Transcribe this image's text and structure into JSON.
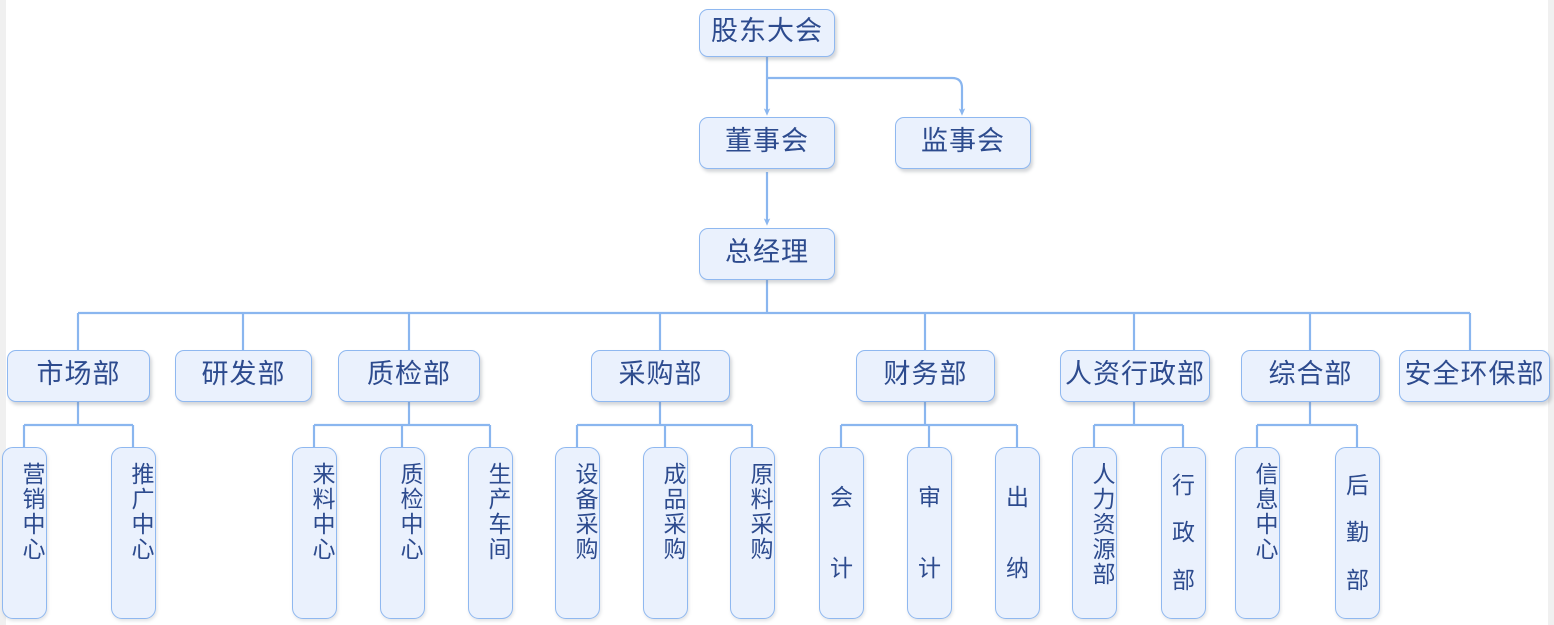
{
  "chart_data": {
    "type": "diagram",
    "subtype": "organization-chart",
    "title": "",
    "orientation": "top-down",
    "levels": 4,
    "colors": {
      "node_fill": "#eaf1fd",
      "node_border": "#8fb8f0",
      "node_text": "#2d4b8e",
      "connector": "#8ab6ef",
      "background": "#ffffff"
    },
    "nodes": [
      {
        "id": "n1",
        "label": "股东大会",
        "level": 1,
        "parent": null,
        "orientation": "horizontal"
      },
      {
        "id": "n2",
        "label": "董事会",
        "level": 2,
        "parent": "n1",
        "orientation": "horizontal"
      },
      {
        "id": "n3",
        "label": "监事会",
        "level": 2,
        "parent": "n1",
        "orientation": "horizontal"
      },
      {
        "id": "n4",
        "label": "总经理",
        "level": 3,
        "parent": "n2",
        "orientation": "horizontal"
      },
      {
        "id": "d1",
        "label": "市场部",
        "level": 4,
        "parent": "n4",
        "orientation": "horizontal"
      },
      {
        "id": "d2",
        "label": "研发部",
        "level": 4,
        "parent": "n4",
        "orientation": "horizontal"
      },
      {
        "id": "d3",
        "label": "质检部",
        "level": 4,
        "parent": "n4",
        "orientation": "horizontal"
      },
      {
        "id": "d4",
        "label": "采购部",
        "level": 4,
        "parent": "n4",
        "orientation": "horizontal"
      },
      {
        "id": "d5",
        "label": "财务部",
        "level": 4,
        "parent": "n4",
        "orientation": "horizontal"
      },
      {
        "id": "d6",
        "label": "人资行政部",
        "level": 4,
        "parent": "n4",
        "orientation": "horizontal"
      },
      {
        "id": "d7",
        "label": "综合部",
        "level": 4,
        "parent": "n4",
        "orientation": "horizontal"
      },
      {
        "id": "d8",
        "label": "安全环保部",
        "level": 4,
        "parent": "n4",
        "orientation": "horizontal"
      },
      {
        "id": "l1",
        "label": "营销中心",
        "level": 5,
        "parent": "d1",
        "orientation": "vertical"
      },
      {
        "id": "l2",
        "label": "推广中心",
        "level": 5,
        "parent": "d1",
        "orientation": "vertical"
      },
      {
        "id": "l3",
        "label": "来料中心",
        "level": 5,
        "parent": "d3",
        "orientation": "vertical"
      },
      {
        "id": "l4",
        "label": "质检中心",
        "level": 5,
        "parent": "d3",
        "orientation": "vertical"
      },
      {
        "id": "l5",
        "label": "生产车间",
        "level": 5,
        "parent": "d3",
        "orientation": "vertical"
      },
      {
        "id": "l6",
        "label": "设备采购",
        "level": 5,
        "parent": "d4",
        "orientation": "vertical"
      },
      {
        "id": "l7",
        "label": "成品采购",
        "level": 5,
        "parent": "d4",
        "orientation": "vertical"
      },
      {
        "id": "l8",
        "label": "原料采购",
        "level": 5,
        "parent": "d4",
        "orientation": "vertical"
      },
      {
        "id": "l9",
        "label": "会计",
        "level": 5,
        "parent": "d5",
        "orientation": "vertical"
      },
      {
        "id": "l10",
        "label": "审计",
        "level": 5,
        "parent": "d5",
        "orientation": "vertical"
      },
      {
        "id": "l11",
        "label": "出纳",
        "level": 5,
        "parent": "d5",
        "orientation": "vertical"
      },
      {
        "id": "l12",
        "label": "人力资源部",
        "level": 5,
        "parent": "d6",
        "orientation": "vertical"
      },
      {
        "id": "l13",
        "label": "行政部",
        "level": 5,
        "parent": "d6",
        "orientation": "vertical"
      },
      {
        "id": "l14",
        "label": "信息中心",
        "level": 5,
        "parent": "d7",
        "orientation": "vertical"
      },
      {
        "id": "l15",
        "label": "后勤部",
        "level": 5,
        "parent": "d7",
        "orientation": "vertical"
      }
    ]
  },
  "nodes": {
    "n1": "股东大会",
    "n2": "董事会",
    "n3": "监事会",
    "n4": "总经理",
    "d1": "市场部",
    "d2": "研发部",
    "d3": "质检部",
    "d4": "采购部",
    "d5": "财务部",
    "d6": "人资行政部",
    "d7": "综合部",
    "d8": "安全环保部",
    "l1": "营销中心",
    "l2": "推广中心",
    "l3": "来料中心",
    "l4": "质检中心",
    "l5": "生产车间",
    "l6": "设备采购",
    "l7": "成品采购",
    "l8": "原料采购",
    "l9": "会计",
    "l10": "审计",
    "l11": "出纳",
    "l12": "人力资源部",
    "l13": "行政部",
    "l14": "信息中心",
    "l15": "后勤部"
  }
}
